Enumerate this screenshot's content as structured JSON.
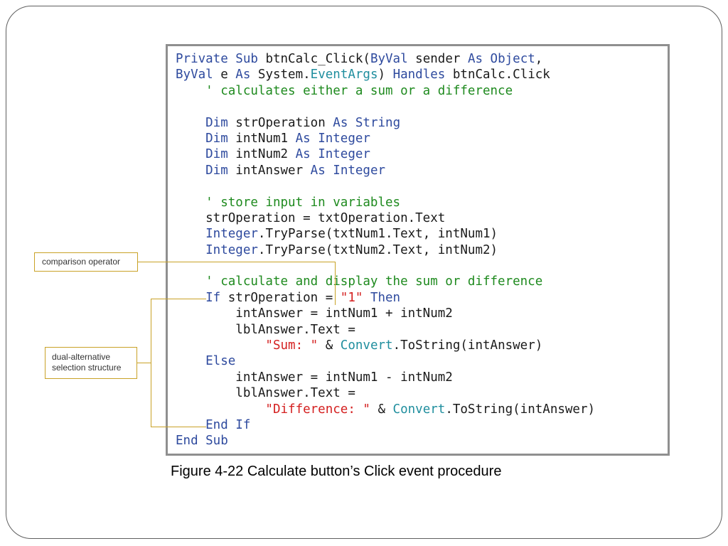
{
  "colors": {
    "keyword": "#2e4a9e",
    "type": "#1f8e9e",
    "comment": "#1e8a1e",
    "string": "#d42020",
    "plain": "#1a1a1a",
    "callout_line": "#c9a227",
    "code_border": "#8f8f8f"
  },
  "code_lines": [
    [
      {
        "t": "kw",
        "s": "Private Sub"
      },
      {
        "t": "plain",
        "s": " btnCalc_Click("
      },
      {
        "t": "kw",
        "s": "ByVal"
      },
      {
        "t": "plain",
        "s": " sender "
      },
      {
        "t": "kw",
        "s": "As Object"
      },
      {
        "t": "plain",
        "s": ","
      }
    ],
    [
      {
        "t": "kw",
        "s": "ByVal"
      },
      {
        "t": "plain",
        "s": " e "
      },
      {
        "t": "kw",
        "s": "As"
      },
      {
        "t": "plain",
        "s": " System."
      },
      {
        "t": "type",
        "s": "EventArgs"
      },
      {
        "t": "plain",
        "s": ") "
      },
      {
        "t": "kw",
        "s": "Handles"
      },
      {
        "t": "plain",
        "s": " btnCalc.Click"
      }
    ],
    [
      {
        "t": "comment",
        "s": "    ' calculates either a sum or a difference"
      }
    ],
    [],
    [
      {
        "t": "kw",
        "s": "    Dim"
      },
      {
        "t": "plain",
        "s": " strOperation "
      },
      {
        "t": "kw",
        "s": "As String"
      }
    ],
    [
      {
        "t": "kw",
        "s": "    Dim"
      },
      {
        "t": "plain",
        "s": " intNum1 "
      },
      {
        "t": "kw",
        "s": "As Integer"
      }
    ],
    [
      {
        "t": "kw",
        "s": "    Dim"
      },
      {
        "t": "plain",
        "s": " intNum2 "
      },
      {
        "t": "kw",
        "s": "As Integer"
      }
    ],
    [
      {
        "t": "kw",
        "s": "    Dim"
      },
      {
        "t": "plain",
        "s": " intAnswer "
      },
      {
        "t": "kw",
        "s": "As Integer"
      }
    ],
    [],
    [
      {
        "t": "comment",
        "s": "    ' store input in variables"
      }
    ],
    [
      {
        "t": "plain",
        "s": "    strOperation = txtOperation.Text"
      }
    ],
    [
      {
        "t": "kw",
        "s": "    Integer"
      },
      {
        "t": "plain",
        "s": ".TryParse(txtNum1.Text, intNum1)"
      }
    ],
    [
      {
        "t": "kw",
        "s": "    Integer"
      },
      {
        "t": "plain",
        "s": ".TryParse(txtNum2.Text, intNum2)"
      }
    ],
    [],
    [
      {
        "t": "comment",
        "s": "    ' calculate and display the sum or difference"
      }
    ],
    [
      {
        "t": "kw",
        "s": "    If"
      },
      {
        "t": "plain",
        "s": " strOperation = "
      },
      {
        "t": "str",
        "s": "\"1\""
      },
      {
        "t": "kw",
        "s": " Then"
      }
    ],
    [
      {
        "t": "plain",
        "s": "        intAnswer = intNum1 + intNum2"
      }
    ],
    [
      {
        "t": "plain",
        "s": "        lblAnswer.Text ="
      }
    ],
    [
      {
        "t": "str",
        "s": "            \"Sum: \""
      },
      {
        "t": "plain",
        "s": " & "
      },
      {
        "t": "type",
        "s": "Convert"
      },
      {
        "t": "plain",
        "s": ".ToString(intAnswer)"
      }
    ],
    [
      {
        "t": "kw",
        "s": "    Else"
      }
    ],
    [
      {
        "t": "plain",
        "s": "        intAnswer = intNum1 - intNum2"
      }
    ],
    [
      {
        "t": "plain",
        "s": "        lblAnswer.Text ="
      }
    ],
    [
      {
        "t": "str",
        "s": "            \"Difference: \""
      },
      {
        "t": "plain",
        "s": " & "
      },
      {
        "t": "type",
        "s": "Convert"
      },
      {
        "t": "plain",
        "s": ".ToString(intAnswer)"
      }
    ],
    [
      {
        "t": "kw",
        "s": "    End If"
      }
    ],
    [
      {
        "t": "kw",
        "s": "End Sub"
      }
    ]
  ],
  "callouts": {
    "comparison_operator": "comparison operator",
    "selection_line1": "dual-alternative",
    "selection_line2": "selection structure"
  },
  "caption": "Figure 4-22 Calculate button’s Click event procedure"
}
